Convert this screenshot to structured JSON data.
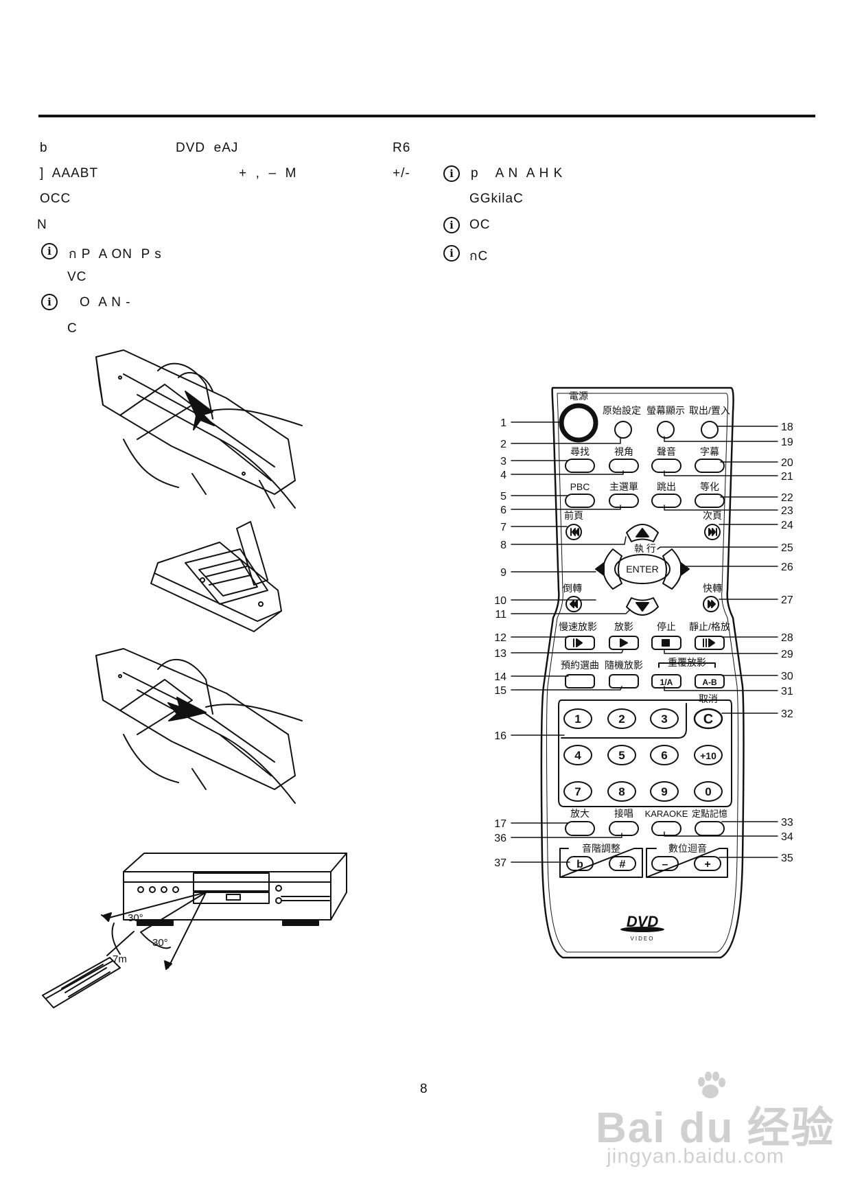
{
  "page": {
    "page_number": "8"
  },
  "left_text": [
    {
      "id": "l1",
      "parts": [
        "b",
        "DVD  eAJ"
      ]
    },
    {
      "id": "l2",
      "parts": [
        "]  AAABT",
        "+  ,  –  M"
      ]
    },
    {
      "id": "l3",
      "parts": [
        "OCC"
      ]
    },
    {
      "id": "l4",
      "parts": [
        "N"
      ]
    },
    {
      "id": "l5",
      "parts": [
        "ก P  A ON  P s"
      ]
    },
    {
      "id": "l6",
      "parts": [
        "VC"
      ]
    },
    {
      "id": "l7",
      "parts": [
        "O  A N -"
      ]
    },
    {
      "id": "l8",
      "parts": [
        "C"
      ]
    }
  ],
  "right_text": [
    {
      "id": "r1",
      "text": "R6"
    },
    {
      "id": "r2a",
      "text": "+/-"
    },
    {
      "id": "r2b",
      "text": "p    A N  A H K"
    },
    {
      "id": "r3",
      "text": "GGkilaC"
    },
    {
      "id": "r4",
      "text": "OC"
    },
    {
      "id": "r5",
      "text": "กC"
    }
  ],
  "info_icon": {
    "symbol": "i"
  },
  "remote": {
    "top_labels": [
      "電源",
      "原始設定",
      "螢幕顯示",
      "取出/置入"
    ],
    "row2_labels": [
      "尋找",
      "視角",
      "聲音",
      "字幕"
    ],
    "row3_labels": [
      "PBC",
      "主選單",
      "跳出",
      "等化"
    ],
    "prev_label": "前頁",
    "next_label": "次頁",
    "enter_top": "執  行",
    "enter_label": "ENTER",
    "rev_label": "倒轉",
    "fwd_label": "快轉",
    "row5_labels": [
      "慢速放影",
      "放影",
      "停止",
      "靜止/格放"
    ],
    "row6_labels": [
      "預約選曲",
      "隨機放影"
    ],
    "repeat_label": "重覆放影",
    "onea_label": "1/A",
    "ab_label": "A-B",
    "cancel_label": "取消",
    "cancel_key": "C",
    "num_keys": [
      "1",
      "2",
      "3",
      "4",
      "5",
      "6",
      "+10",
      "7",
      "8",
      "9",
      "0"
    ],
    "row7_labels": [
      "放大",
      "接唱",
      "KARAOKE",
      "定點記憶"
    ],
    "pitch_label": "音階調整",
    "pitch_keys": [
      "b",
      "#"
    ],
    "digital_label": "數位迴音",
    "digital_keys": [
      "–",
      "+"
    ],
    "logo_text": "DVD",
    "logo_sub": "VIDEO"
  },
  "callouts_left": [
    "1",
    "2",
    "3",
    "4",
    "5",
    "6",
    "7",
    "8",
    "9",
    "10",
    "11",
    "12",
    "13",
    "14",
    "15",
    "16",
    "17",
    "36",
    "37"
  ],
  "callouts_right": [
    "18",
    "19",
    "20",
    "21",
    "22",
    "23",
    "24",
    "25",
    "26",
    "27",
    "28",
    "29",
    "30",
    "31",
    "32",
    "33",
    "34",
    "35"
  ],
  "range_diagram": {
    "angle_1": "30°",
    "angle_2": "30°",
    "distance": "7m"
  },
  "watermark": {
    "brand": "Bai du 经验",
    "url": "jingyan.baidu.com"
  },
  "colors": {
    "ink": "#111111",
    "watermark": "#d0d0d0"
  }
}
